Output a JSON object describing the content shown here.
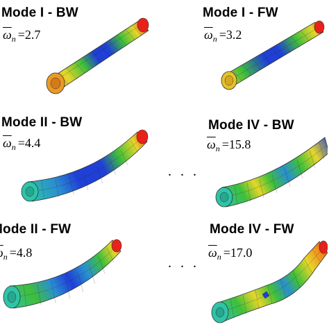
{
  "panels": [
    {
      "title": "Mode I - BW",
      "symbol": "ω",
      "subscript": "n",
      "value": "=2.7"
    },
    {
      "title": "Mode I - FW",
      "symbol": "ω",
      "subscript": "n",
      "value": "=3.2"
    },
    {
      "title": "Mode II - BW",
      "symbol": "ω",
      "subscript": "n",
      "value": "=4.4"
    },
    {
      "title": "Mode IV - BW",
      "symbol": "ω",
      "subscript": "n",
      "value": "=15.8"
    },
    {
      "title": "Mode II - FW",
      "symbol": "ω",
      "subscript": "n",
      "value": "=4.8"
    },
    {
      "title": "Mode IV - FW",
      "symbol": "ω",
      "subscript": "n",
      "value": "=17.0"
    }
  ],
  "ellipsis": ". . .",
  "colors": {
    "red": "#e8221a",
    "orange": "#f08c1e",
    "yellow": "#e6d62a",
    "green": "#3fbf3a",
    "teal": "#2ec4a8",
    "blue": "#1f3fd6",
    "darkblue": "#1530b0"
  }
}
